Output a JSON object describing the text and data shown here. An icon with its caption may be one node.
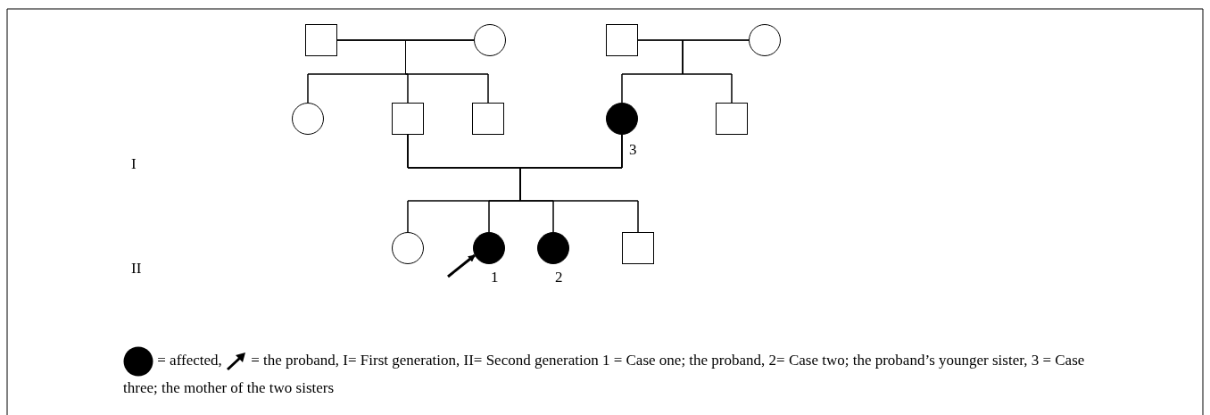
{
  "diagram": {
    "nodes": [
      {
        "text": [],
        "shape": "box"
      },
      {
        "text": [],
        "shape": "circle"
      },
      {
        "text": [],
        "shape": "box"
      },
      {
        "text": [],
        "shape": "circle"
      },
      {
        "text": [],
        "shape": "circle"
      },
      {
        "text": [],
        "shape": "box"
      },
      {
        "text": [],
        "shape": "box"
      },
      {
        "text": [],
        "shape": "disc",
        "beside": [
          "3"
        ]
      },
      {
        "text": [],
        "shape": "box"
      },
      {
        "text": [],
        "shape": "circle"
      },
      {
        "text": [],
        "shape": "disc",
        "beside": [
          "1"
        ]
      },
      {
        "text": [],
        "shape": "disc",
        "beside": [
          "2"
        ]
      },
      {
        "text": [],
        "shape": "box"
      }
    ],
    "edges": [
      {
        "from": 0,
        "to": 1,
        "arrow": "none"
      },
      {
        "from": 0,
        "to": 4,
        "arrow": "none"
      },
      {
        "from": 0,
        "to": 5,
        "arrow": "none"
      },
      {
        "from": 0,
        "to": 6,
        "arrow": "none"
      },
      {
        "from": 1,
        "to": 4,
        "arrow": "none"
      },
      {
        "from": 1,
        "to": 5,
        "arrow": "none"
      },
      {
        "from": 1,
        "to": 6,
        "arrow": "none"
      },
      {
        "from": 2,
        "to": 3,
        "arrow": "none"
      },
      {
        "from": 2,
        "to": 7,
        "arrow": "none"
      },
      {
        "from": 2,
        "to": 8,
        "arrow": "none"
      },
      {
        "from": 3,
        "to": 7,
        "arrow": "none"
      },
      {
        "from": 3,
        "to": 8,
        "arrow": "none"
      },
      {
        "from": 5,
        "to": 7,
        "arrow": "none"
      },
      {
        "from": 5,
        "to": 9,
        "arrow": "none"
      },
      {
        "from": 5,
        "to": 10,
        "arrow": "none"
      },
      {
        "from": 5,
        "to": 11,
        "arrow": "none"
      },
      {
        "from": 5,
        "to": 12,
        "arrow": "none"
      },
      {
        "from": 7,
        "to": 9,
        "arrow": "none"
      },
      {
        "from": 7,
        "to": 10,
        "arrow": "none"
      },
      {
        "from": 7,
        "to": 11,
        "arrow": "none"
      },
      {
        "from": 7,
        "to": 12,
        "arrow": "none"
      },
      {
        "from": null,
        "to": 10,
        "arrow": "to"
      }
    ],
    "labels": [
      "I",
      "II"
    ],
    "legend": [
      {
        "text": "= affected,"
      },
      {
        "text": "= the proband, I= First generation, II= Second generation 1 = Case one; the proband, 2= Case two; the proband’s younger sister, 3 = Case three; the mother of the two sisters"
      }
    ]
  }
}
